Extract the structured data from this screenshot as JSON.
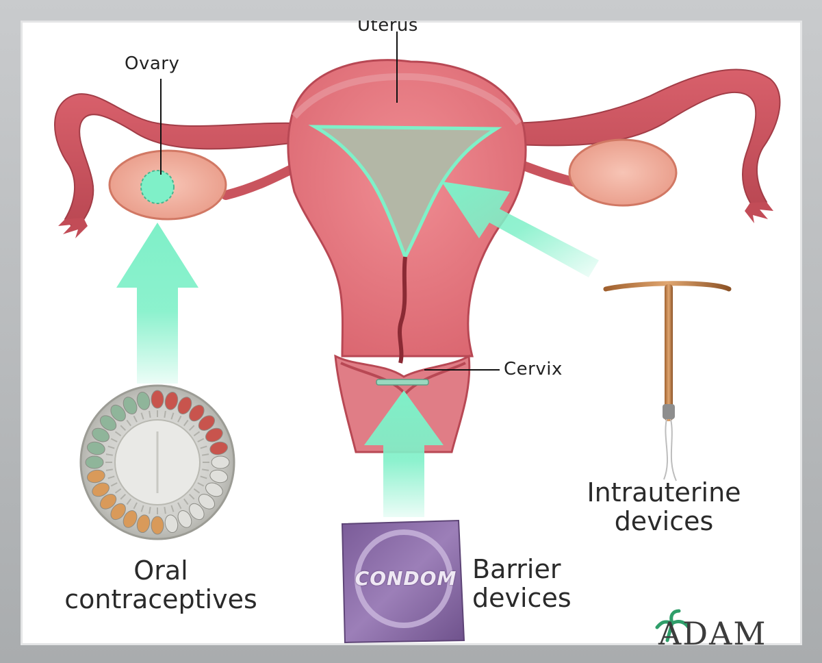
{
  "labels": {
    "uterus": "Uterus",
    "ovary": "Ovary",
    "cervix": "Cervix"
  },
  "methods": {
    "oral_line1": "Oral",
    "oral_line2": "contraceptives",
    "barrier_line1": "Barrier",
    "barrier_line2": "devices",
    "iud_line1": "Intrauterine",
    "iud_line2": "devices"
  },
  "condom_wrapper_text": "CONDOM",
  "logo_text": "ADAM",
  "colors": {
    "arrow": "#7ff0c8",
    "tissue": "#e8777f",
    "tissue_dark": "#c9545e",
    "cavity": "#b3b7a6",
    "wrapper": "#8a6aa6",
    "frame": "#b9bcbe"
  }
}
